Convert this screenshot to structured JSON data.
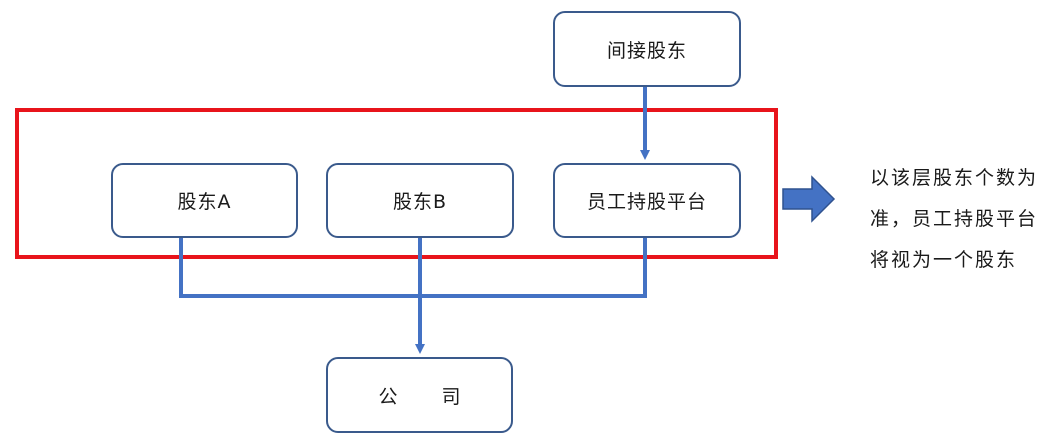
{
  "nodes": {
    "indirect_shareholder": "间接股东",
    "shareholder_a": "股东A",
    "shareholder_b": "股东B",
    "employee_platform": "员工持股平台",
    "company": [
      "公",
      "司"
    ]
  },
  "note": "以该层股东个数为准，员工持股平台将视为一个股东",
  "colors": {
    "highlight_box": "#e8141b",
    "connector": "#4472c4",
    "node_border": "#3a5a8c"
  }
}
